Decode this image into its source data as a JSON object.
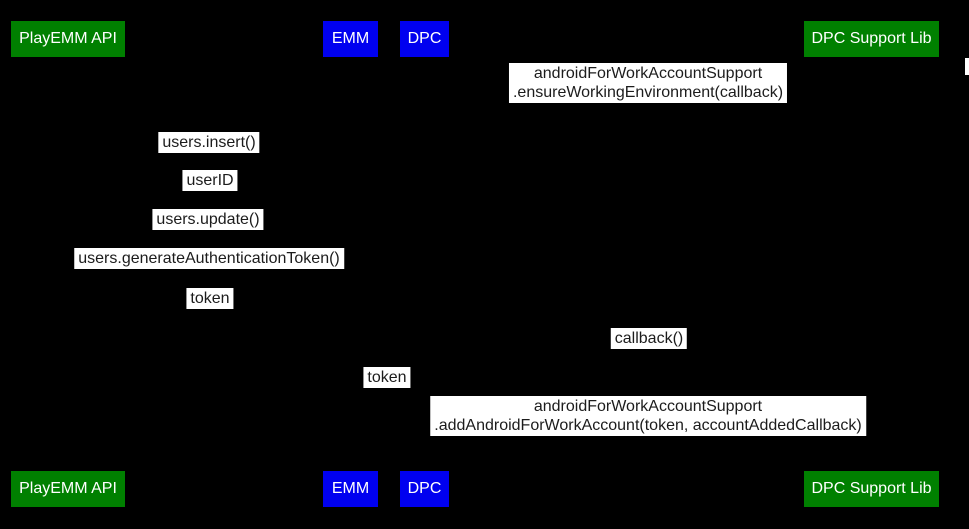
{
  "diagram": {
    "type": "sequence-diagram",
    "actors": [
      {
        "label": "PlayEMM API",
        "color": "#008000"
      },
      {
        "label": "EMM",
        "color": "#0000f0"
      },
      {
        "label": "DPC",
        "color": "#0000f0"
      },
      {
        "label": "DPC Support Lib",
        "color": "#008000"
      }
    ],
    "messages": [
      {
        "lines": [
          "androidForWorkAccountSupport",
          ".ensureWorkingEnvironment(callback)"
        ]
      },
      {
        "lines": [
          "users.insert()"
        ]
      },
      {
        "lines": [
          "userID"
        ]
      },
      {
        "lines": [
          "users.update()"
        ]
      },
      {
        "lines": [
          "users.generateAuthenticationToken()"
        ]
      },
      {
        "lines": [
          "token"
        ]
      },
      {
        "lines": [
          "callback()"
        ]
      },
      {
        "lines": [
          "token"
        ]
      },
      {
        "lines": [
          "androidForWorkAccountSupport",
          ".addAndroidForWorkAccount(token, accountAddedCallback)"
        ]
      }
    ],
    "colors": {
      "background": "#000000",
      "actor_green": "#008000",
      "actor_blue": "#0000f0",
      "actor_text": "#ffffff",
      "message_background": "#ffffff",
      "message_text": "#1c1c1c"
    }
  }
}
